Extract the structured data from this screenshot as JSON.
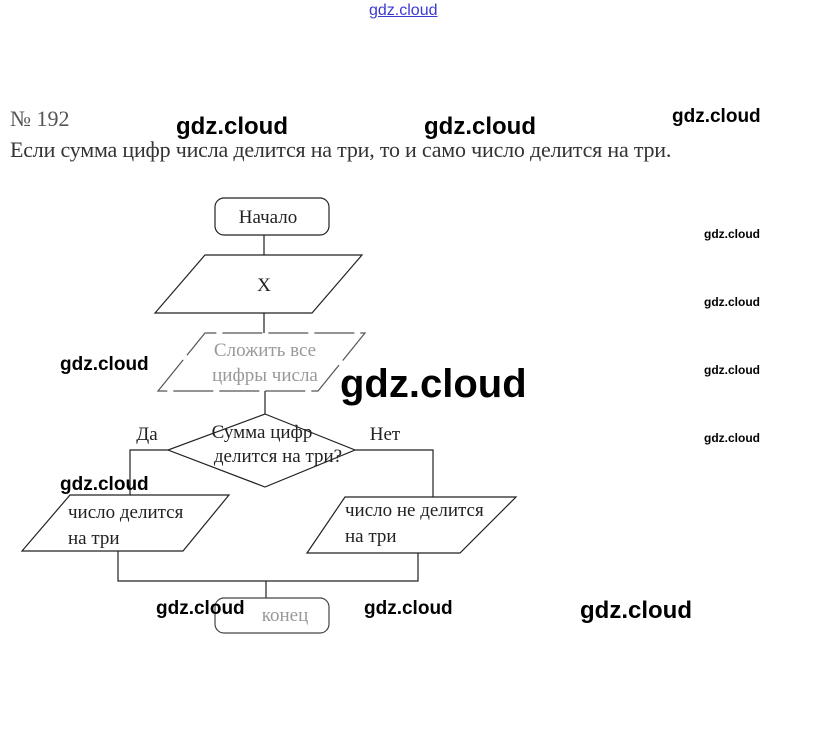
{
  "header": {
    "number": "№ 192",
    "statement": "Если сумма цифр числа делится на три, то и само число делится на три."
  },
  "flowchart": {
    "start": "Начало",
    "input": "X",
    "process": [
      "Сложить все",
      "цифры числа"
    ],
    "decision": [
      "Сумма цифр",
      "делится на три?"
    ],
    "yes_label": "Да",
    "no_label": "Нет",
    "yes_output": [
      "число делится",
      "на три"
    ],
    "no_output": [
      "число не делится",
      "на три"
    ],
    "end": "конец"
  },
  "watermark": "gdz.cloud"
}
